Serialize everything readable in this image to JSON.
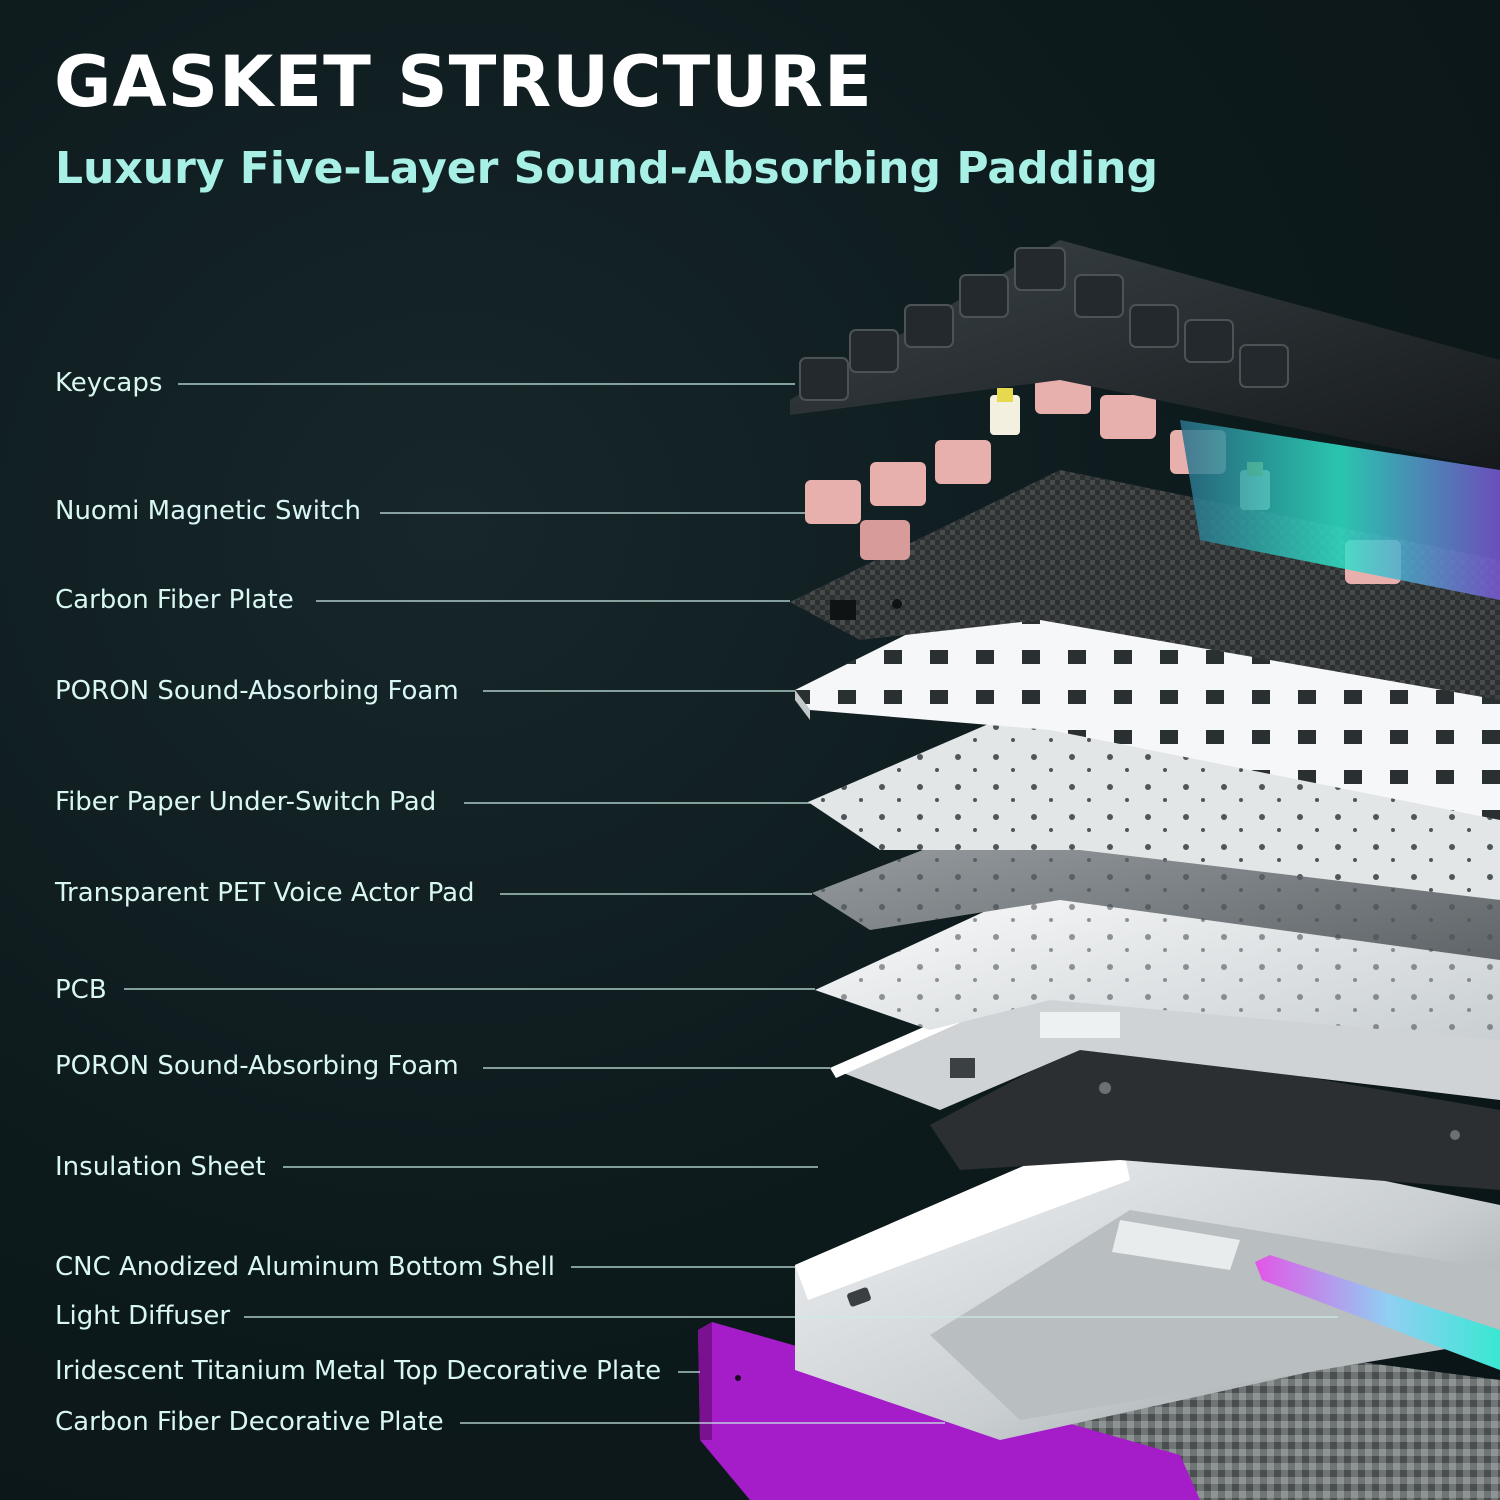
{
  "header": {
    "title": "GASKET STRUCTURE",
    "subtitle": "Luxury Five-Layer Sound-Absorbing Padding"
  },
  "layers": [
    {
      "label": "Keycaps"
    },
    {
      "label": "Nuomi Magnetic Switch"
    },
    {
      "label": "Carbon Fiber Plate"
    },
    {
      "label": "PORON Sound-Absorbing Foam"
    },
    {
      "label": "Fiber Paper Under-Switch Pad"
    },
    {
      "label": "Transparent PET Voice Actor Pad"
    },
    {
      "label": "PCB"
    },
    {
      "label": "PORON Sound-Absorbing Foam"
    },
    {
      "label": "Insulation Sheet"
    },
    {
      "label": "CNC Anodized Aluminum Bottom Shell"
    },
    {
      "label": "Light Diffuser"
    },
    {
      "label": "Iridescent Titanium Metal Top Decorative Plate"
    },
    {
      "label": "Carbon Fiber Decorative Plate"
    }
  ],
  "colors": {
    "background": "#0d1a1c",
    "title": "#ffffff",
    "subtitle": "#a8f0e6",
    "label": "#d8f6f2",
    "leader_line": "#c9ece6",
    "switch_pink": "#e7b0ad",
    "accent_purple": "#a51cc9",
    "rgb_cyan": "#39e7d3"
  }
}
